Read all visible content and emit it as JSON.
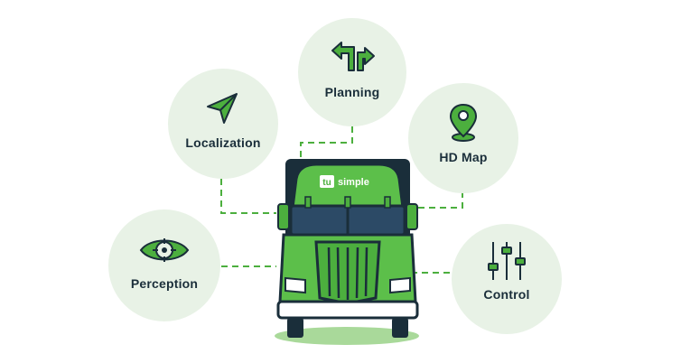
{
  "brand": {
    "logo_badge": "tu",
    "logo_word": "simple"
  },
  "nodes": {
    "planning": {
      "label": "Planning",
      "icon": "split-arrow-icon"
    },
    "localization": {
      "label": "Localization",
      "icon": "navigation-arrow-icon"
    },
    "hdmap": {
      "label": "HD Map",
      "icon": "map-pin-icon"
    },
    "perception": {
      "label": "Perception",
      "icon": "eye-target-icon"
    },
    "control": {
      "label": "Control",
      "icon": "sliders-icon"
    }
  },
  "colors": {
    "circle": "#e8f2e6",
    "accent": "#4caf3e",
    "accent_dark": "#2e8b2a",
    "outline": "#1a2e3a",
    "truck_green": "#5cbf4a",
    "shadow": "#a9d99a"
  }
}
